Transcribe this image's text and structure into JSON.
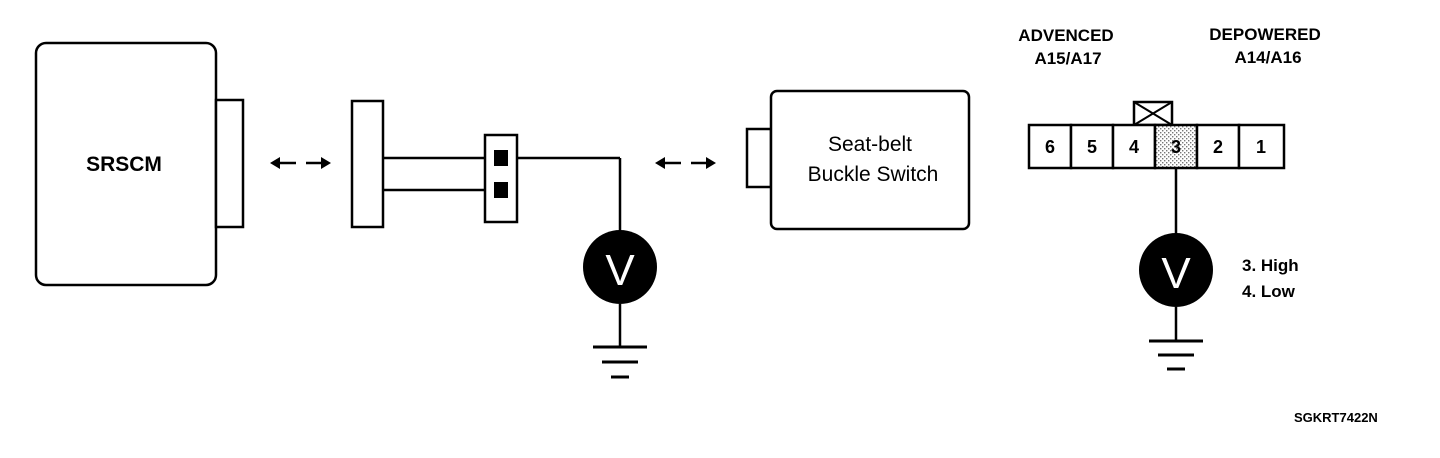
{
  "components": {
    "control_module": "SRSCM",
    "switch_line1": "Seat-belt",
    "switch_line2": "Buckle Switch",
    "meter_symbol": "V"
  },
  "connector": {
    "header_left_line1": "ADVENCED",
    "header_left_line2": "A15/A17",
    "header_right_line1": "DEPOWERED",
    "header_right_line2": "A14/A16",
    "pins": [
      "6",
      "5",
      "4",
      "3",
      "2",
      "1"
    ],
    "highlighted_pin": "3",
    "meter_symbol": "V",
    "reading_line1": "3. High",
    "reading_line2": "4. Low"
  },
  "figure_code": "SGKRT7422N"
}
